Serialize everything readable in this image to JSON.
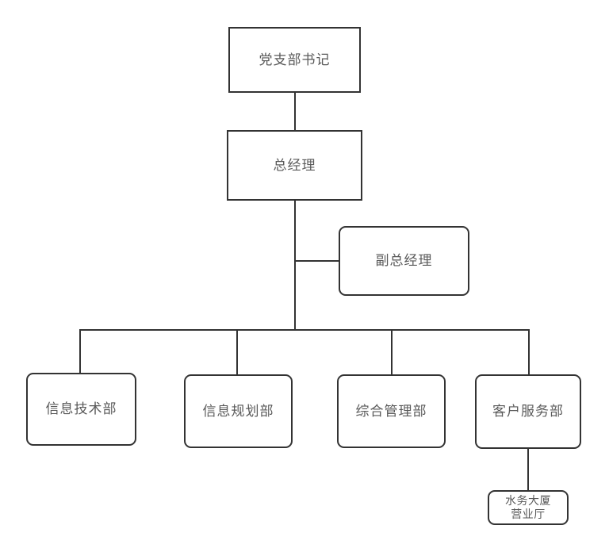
{
  "diagram": {
    "kind": "organization-chart",
    "colors": {
      "line": "#333333",
      "node_border": "#333333",
      "node_fill": "#ffffff",
      "text": "#595959",
      "background": "#ffffff"
    },
    "nodes": [
      {
        "id": "party-secretary",
        "label": "党支部书记",
        "shape": "rectangle"
      },
      {
        "id": "general-manager",
        "label": "总经理",
        "shape": "rectangle"
      },
      {
        "id": "deputy-general-manager",
        "label": "副总经理",
        "shape": "rounded-rectangle"
      },
      {
        "id": "dept-information-technology",
        "label": "信息技术部",
        "shape": "rounded-rectangle"
      },
      {
        "id": "dept-information-planning",
        "label": "信息规划部",
        "shape": "rounded-rectangle"
      },
      {
        "id": "dept-general-administration",
        "label": "综合管理部",
        "shape": "rounded-rectangle"
      },
      {
        "id": "dept-customer-service",
        "label": "客户服务部",
        "shape": "rounded-rectangle"
      },
      {
        "id": "water-building-business-hall",
        "label": "水务大厦营业厅",
        "line1": "水务大厦",
        "line2": "营业厅",
        "shape": "rounded-rectangle"
      }
    ],
    "edges": [
      {
        "from": "party-secretary",
        "to": "general-manager"
      },
      {
        "from": "general-manager",
        "to": "deputy-general-manager"
      },
      {
        "from": "general-manager",
        "to": "dept-information-technology"
      },
      {
        "from": "general-manager",
        "to": "dept-information-planning"
      },
      {
        "from": "general-manager",
        "to": "dept-general-administration"
      },
      {
        "from": "general-manager",
        "to": "dept-customer-service"
      },
      {
        "from": "dept-customer-service",
        "to": "water-building-business-hall"
      }
    ]
  }
}
